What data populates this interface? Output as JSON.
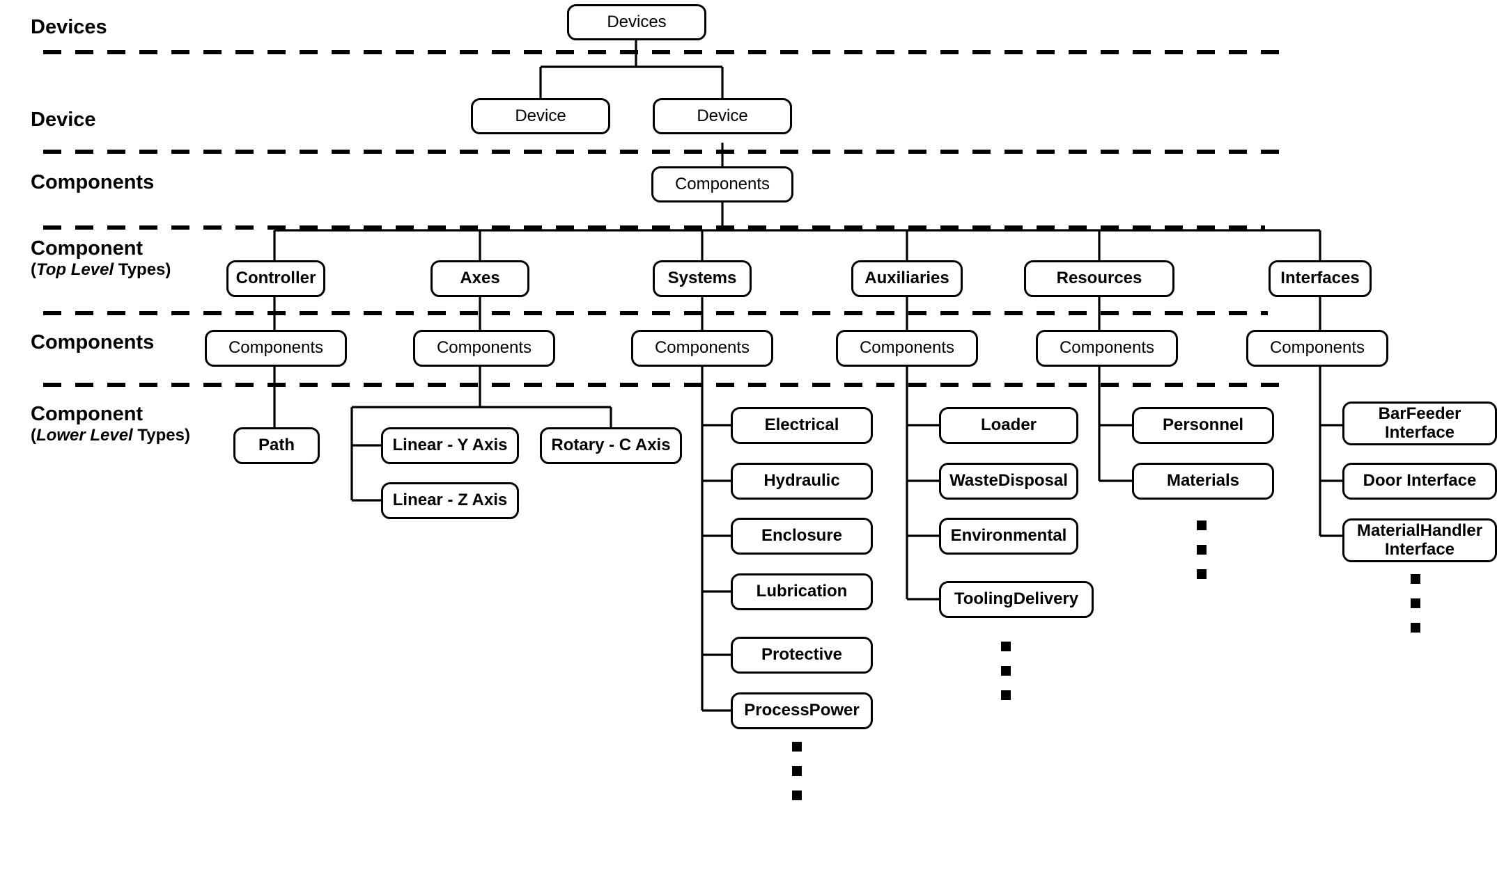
{
  "diagram": {
    "title_rows": [
      {
        "id": "devices",
        "main": "Devices",
        "sub": ""
      },
      {
        "id": "device",
        "main": "Device",
        "sub": ""
      },
      {
        "id": "components-upper",
        "main": "Components",
        "sub": ""
      },
      {
        "id": "component-top",
        "main": "Component",
        "sub_pre": "(",
        "sub_em": "Top Level",
        "sub_post": " Types)"
      },
      {
        "id": "components-lower",
        "main": "Components",
        "sub": ""
      },
      {
        "id": "component-lower",
        "main": "Component",
        "sub_pre": "(",
        "sub_em": "Lower Level",
        "sub_post": " Types)"
      }
    ],
    "root": {
      "label": "Devices"
    },
    "devices": [
      {
        "label": "Device"
      },
      {
        "label": "Device"
      }
    ],
    "device_components": {
      "label": "Components"
    },
    "top_level_types": [
      {
        "label": "Controller"
      },
      {
        "label": "Axes"
      },
      {
        "label": "Systems"
      },
      {
        "label": "Auxiliaries"
      },
      {
        "label": "Resources"
      },
      {
        "label": "Interfaces"
      }
    ],
    "components_boxes": [
      {
        "label": "Components"
      },
      {
        "label": "Components"
      },
      {
        "label": "Components"
      },
      {
        "label": "Components"
      },
      {
        "label": "Components"
      },
      {
        "label": "Components"
      }
    ],
    "lower_level_types": {
      "controller": [
        {
          "label": "Path"
        }
      ],
      "axes": [
        {
          "label": "Linear - Y Axis"
        },
        {
          "label": "Linear - Z Axis"
        },
        {
          "label": "Rotary - C Axis"
        }
      ],
      "systems": [
        {
          "label": "Electrical"
        },
        {
          "label": "Hydraulic"
        },
        {
          "label": "Enclosure"
        },
        {
          "label": "Lubrication"
        },
        {
          "label": "Protective"
        },
        {
          "label": "ProcessPower"
        }
      ],
      "auxiliaries": [
        {
          "label": "Loader"
        },
        {
          "label": "WasteDisposal"
        },
        {
          "label": "Environmental"
        },
        {
          "label": "ToolingDelivery"
        }
      ],
      "resources": [
        {
          "label": "Personnel"
        },
        {
          "label": "Materials"
        }
      ],
      "interfaces": [
        {
          "label": "BarFeeder\nInterface"
        },
        {
          "label": "Door Interface"
        },
        {
          "label": "MaterialHandler\nInterface"
        }
      ]
    },
    "continuation_markers": {
      "glyph": "vertical-ellipsis-squares",
      "count": 3,
      "columns": [
        "systems",
        "auxiliaries",
        "resources",
        "interfaces"
      ]
    },
    "colors": {
      "stroke": "#000000",
      "fill": "#ffffff",
      "text": "#000000"
    }
  }
}
